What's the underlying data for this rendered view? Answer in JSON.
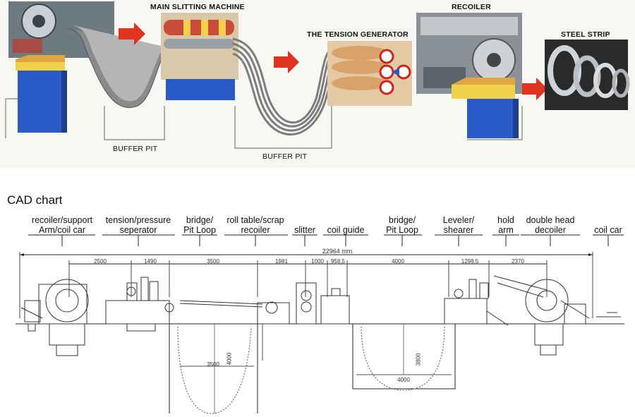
{
  "process": {
    "stations": [
      {
        "label": "MAIN SLITTING MACHINE"
      },
      {
        "label": "THE TENSION GENERATOR"
      },
      {
        "label": "RECOILER"
      },
      {
        "label": "STEEL STRIP"
      }
    ],
    "pit_labels": [
      "BUFFER PIT",
      "BUFFER PIT"
    ],
    "colors": {
      "base_blue": "#2a5bc9",
      "accent_yellow": "#f2d24a",
      "arrow_red": "#e0321c",
      "strip_grey": "#8a8a8a"
    }
  },
  "cad": {
    "title": "CAD chart",
    "labels": [
      {
        "text": "recoiler/support\nArm/coil car"
      },
      {
        "text": "tension/pressure\nseperator"
      },
      {
        "text": "bridge/\nPit Loop"
      },
      {
        "text": "roll table/scrap\nrecoiler"
      },
      {
        "text": "slitter"
      },
      {
        "text": "coil guide"
      },
      {
        "text": "bridge/\nPit Loop"
      },
      {
        "text": "Leveler/\nshearer"
      },
      {
        "text": "hold\narm"
      },
      {
        "text": "double head\ndecoiler"
      },
      {
        "text": "coil car"
      }
    ],
    "total_length": "22964 mm",
    "dimensions": [
      "2500",
      "1490",
      "3500",
      "1981",
      "1000",
      "958,5",
      "4000",
      "1298,5",
      "2370"
    ],
    "pit_dimensions": [
      "3500",
      "4000",
      "4000",
      "3800"
    ]
  }
}
